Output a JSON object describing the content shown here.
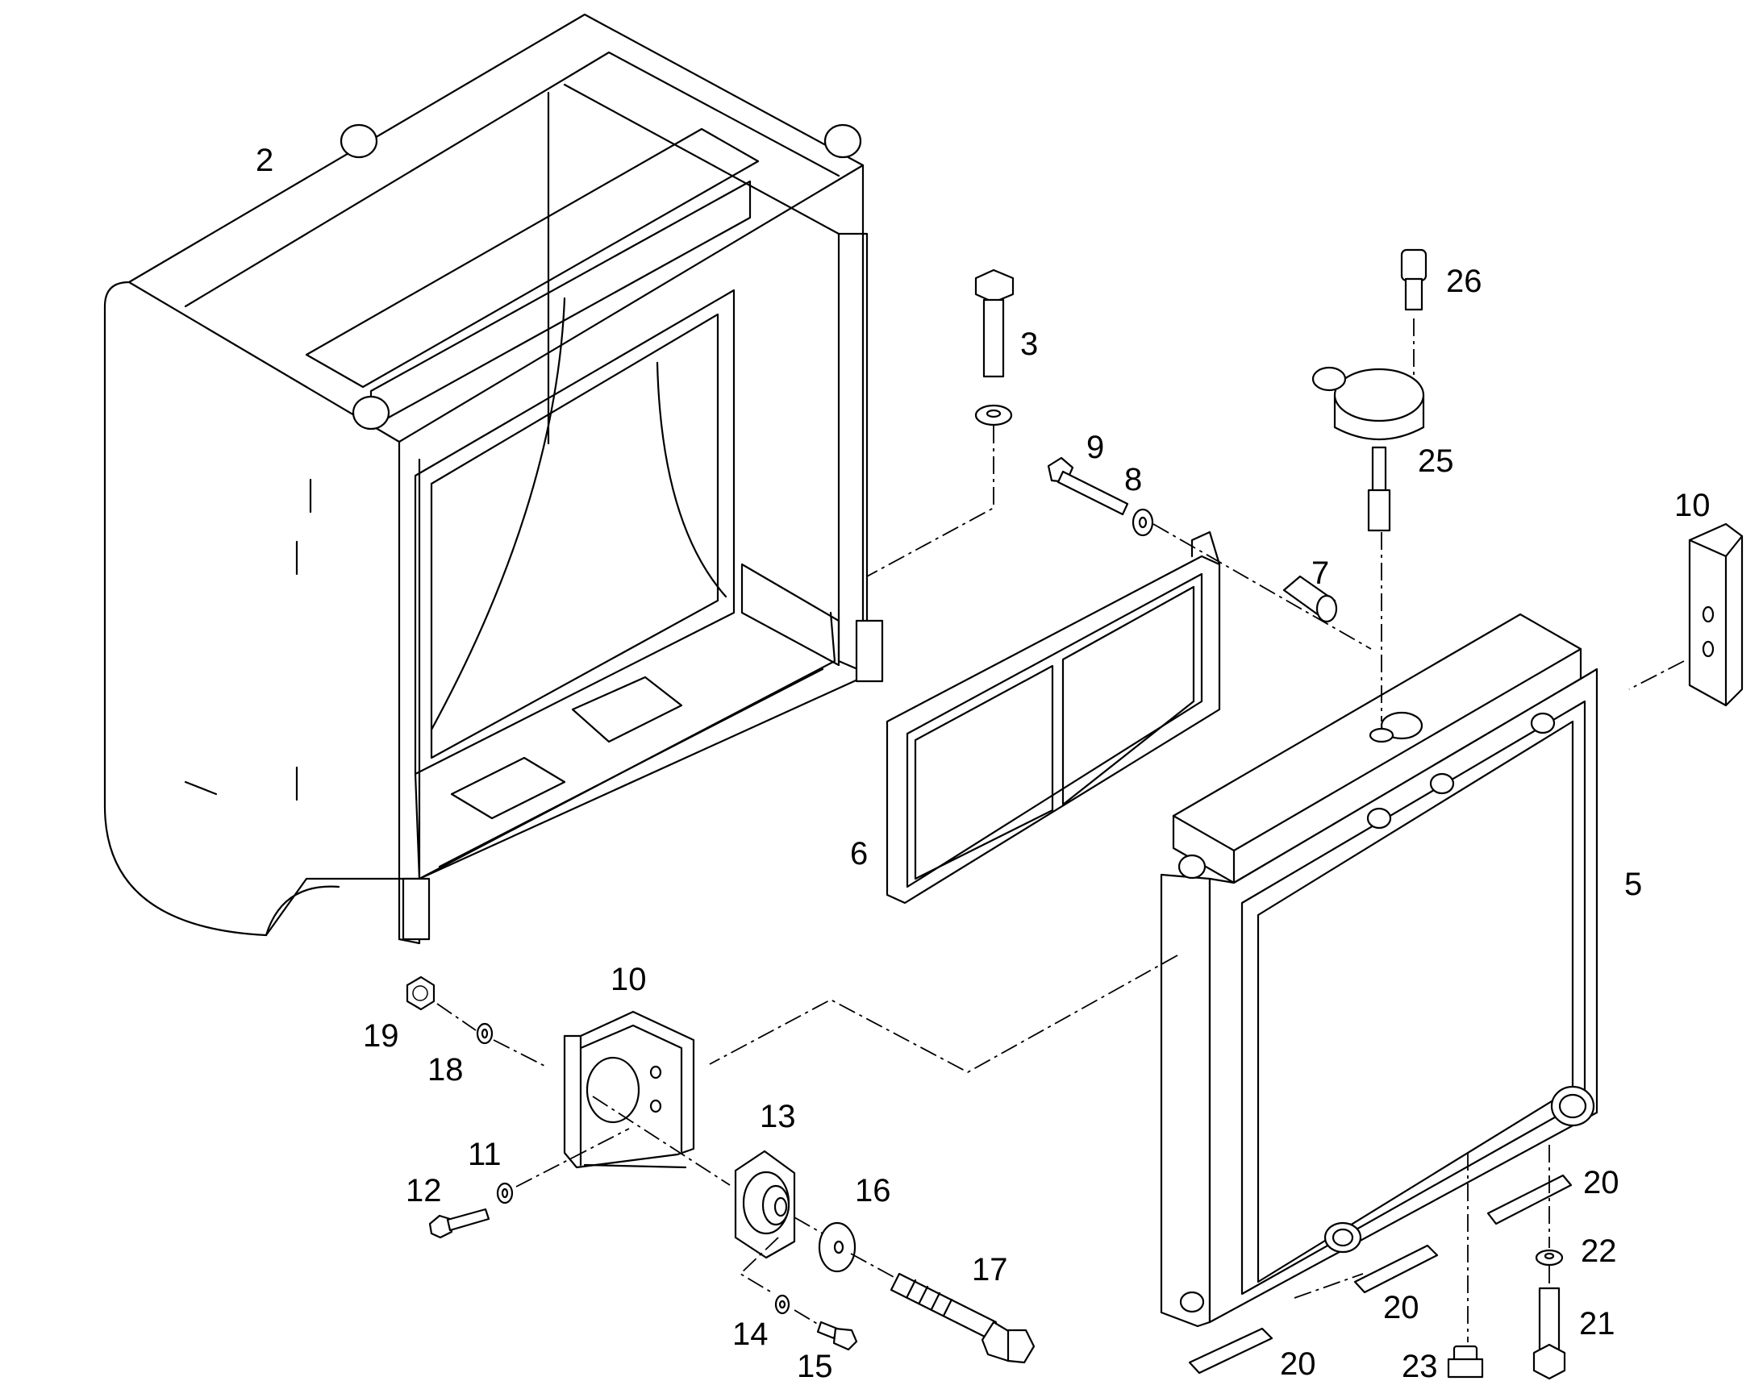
{
  "callouts": [
    {
      "id": "c2",
      "label": "2"
    },
    {
      "id": "c3",
      "label": "3"
    },
    {
      "id": "c26",
      "label": "26"
    },
    {
      "id": "c9",
      "label": "9"
    },
    {
      "id": "c8",
      "label": "8"
    },
    {
      "id": "c25",
      "label": "25"
    },
    {
      "id": "c10a",
      "label": "10"
    },
    {
      "id": "c7",
      "label": "7"
    },
    {
      "id": "c6",
      "label": "6"
    },
    {
      "id": "c5",
      "label": "5"
    },
    {
      "id": "c10b",
      "label": "10"
    },
    {
      "id": "c19",
      "label": "19"
    },
    {
      "id": "c18",
      "label": "18"
    },
    {
      "id": "c11",
      "label": "11"
    },
    {
      "id": "c12",
      "label": "12"
    },
    {
      "id": "c13",
      "label": "13"
    },
    {
      "id": "c16",
      "label": "16"
    },
    {
      "id": "c17",
      "label": "17"
    },
    {
      "id": "c14",
      "label": "14"
    },
    {
      "id": "c15",
      "label": "15"
    },
    {
      "id": "c20a",
      "label": "20"
    },
    {
      "id": "c22",
      "label": "22"
    },
    {
      "id": "c21",
      "label": "21"
    },
    {
      "id": "c20b",
      "label": "20"
    },
    {
      "id": "c20c",
      "label": "20"
    },
    {
      "id": "c23",
      "label": "23"
    }
  ]
}
